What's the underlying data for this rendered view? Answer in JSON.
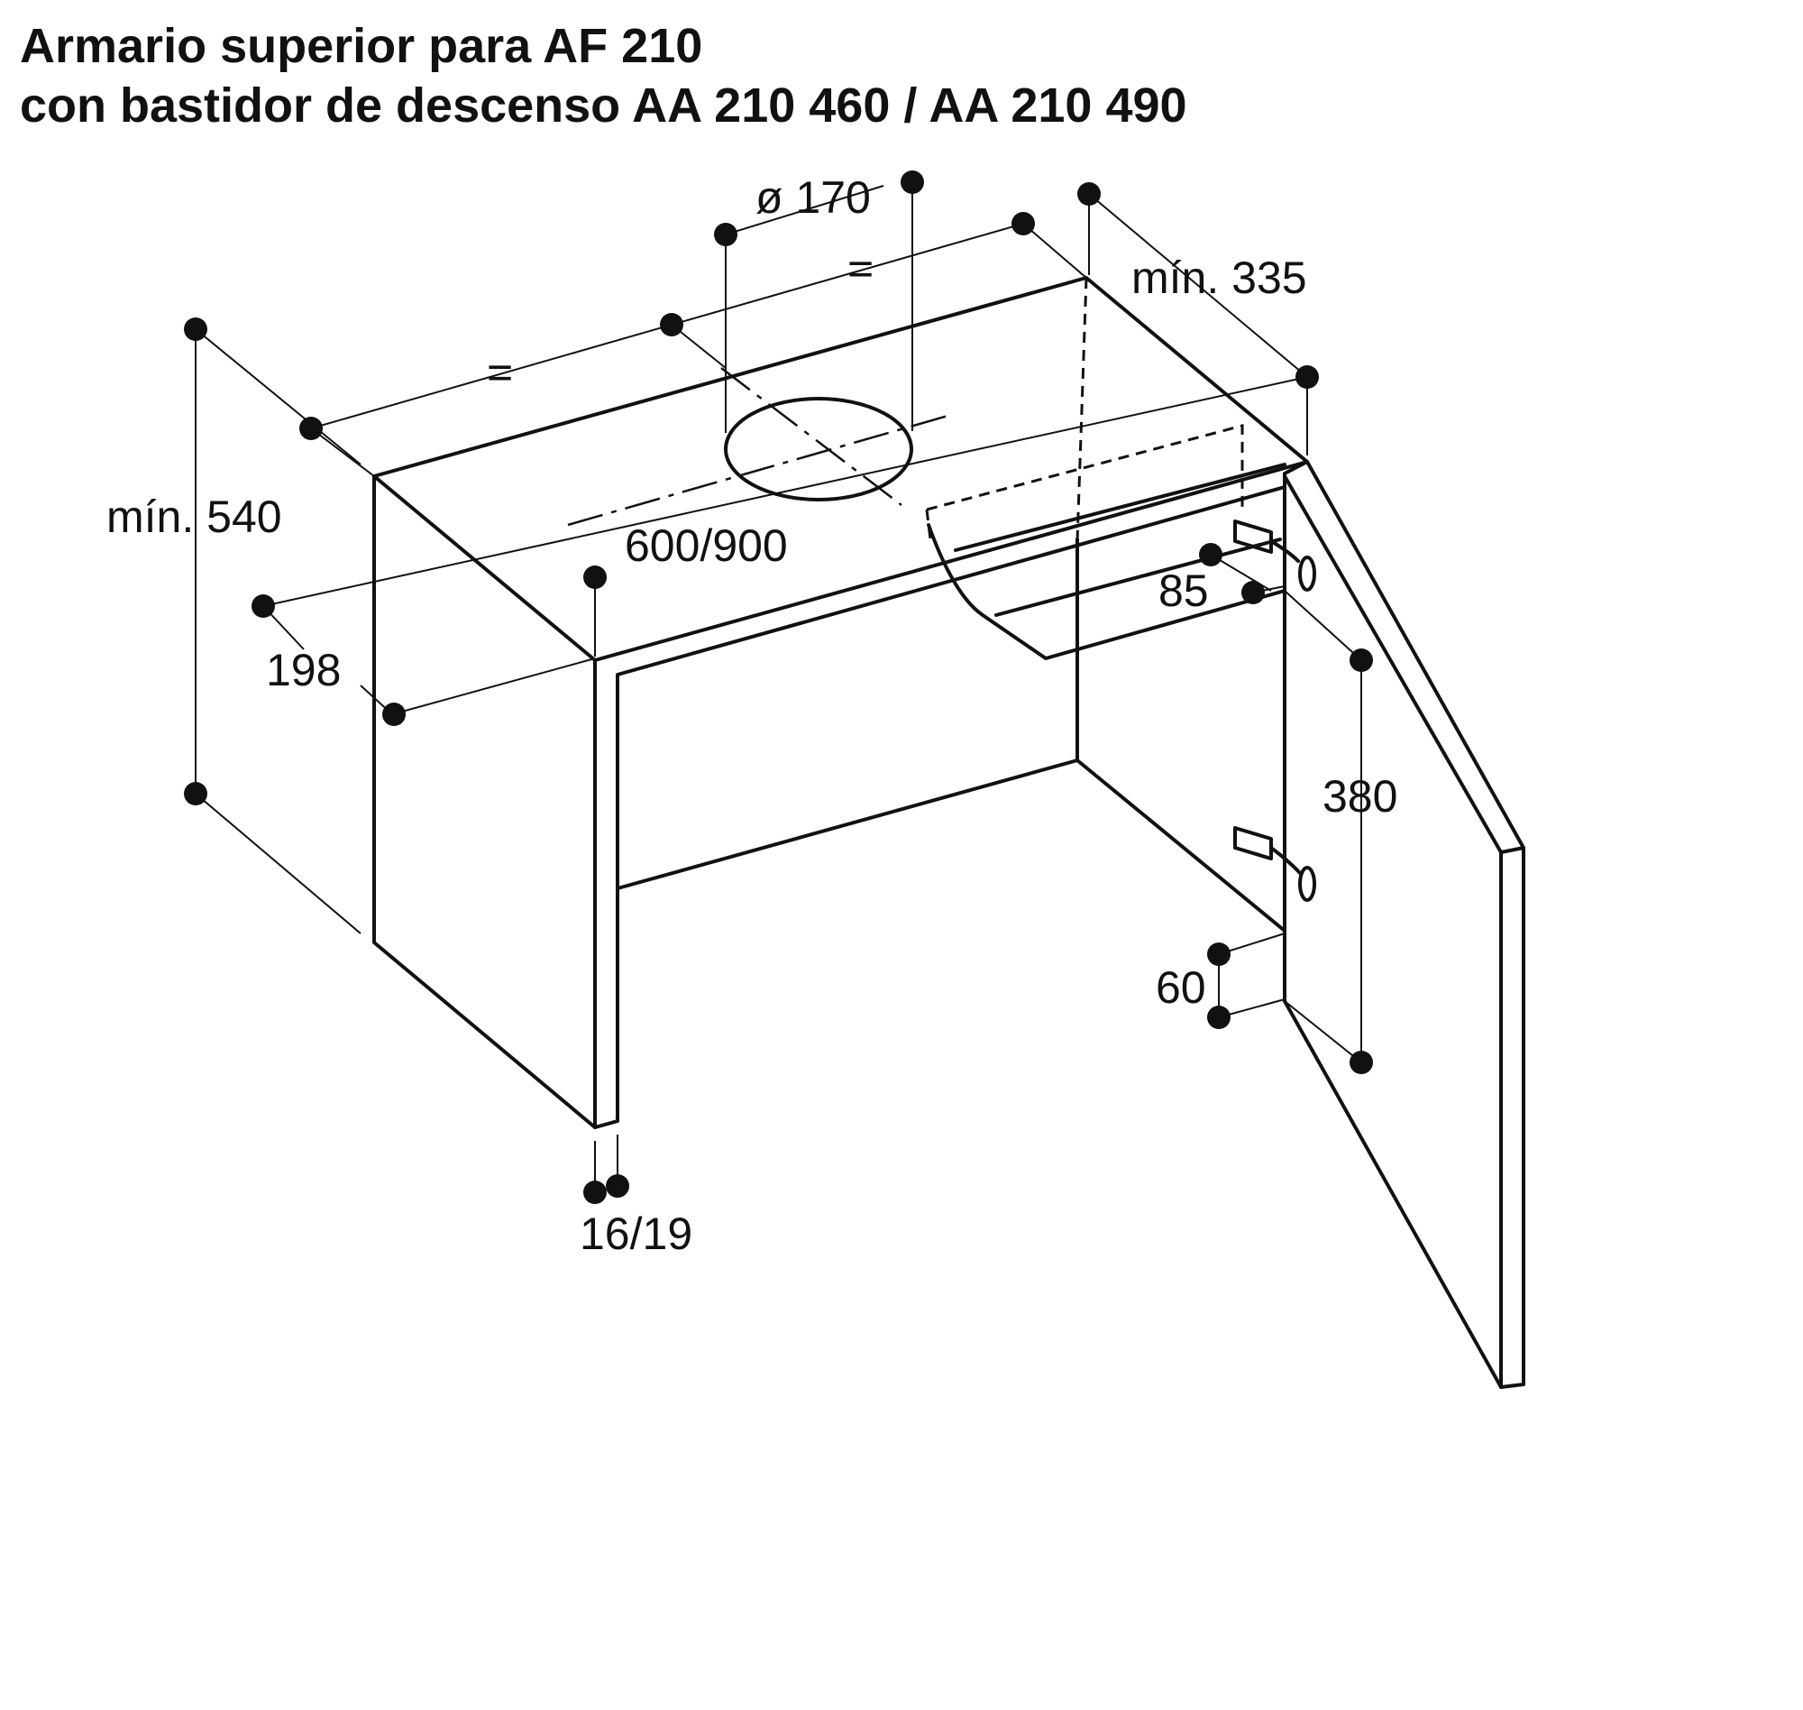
{
  "title": {
    "line1": "Armario superior para AF 210",
    "line2": "con bastidor de descenso AA 210 460 / AA 210 490"
  },
  "dimensions": {
    "diameter": "ø 170",
    "equal_right": "=",
    "equal_left": "=",
    "min_depth": "mín. 335",
    "min_height": "mín. 540",
    "width": "600/900",
    "offset_198": "198",
    "offset_85": "85",
    "hinge_380": "380",
    "hinge_60": "60",
    "thickness": "16/19"
  }
}
